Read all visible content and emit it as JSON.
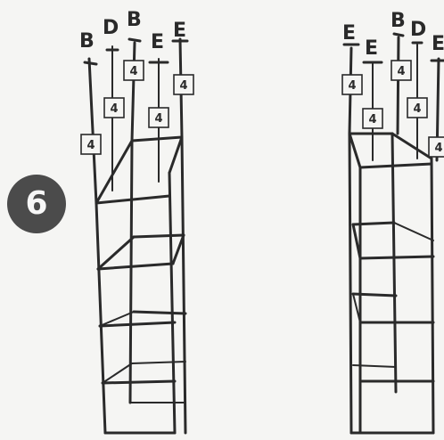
{
  "step": {
    "number": "6"
  },
  "left_labels": {
    "b_outer": "B",
    "d": "D",
    "b_inner": "B",
    "e_mid": "E",
    "e_front": "E"
  },
  "right_labels": {
    "e_front": "E",
    "e_mid": "E",
    "b": "B",
    "d": "D",
    "e_edge": "E"
  },
  "quantity": "4"
}
